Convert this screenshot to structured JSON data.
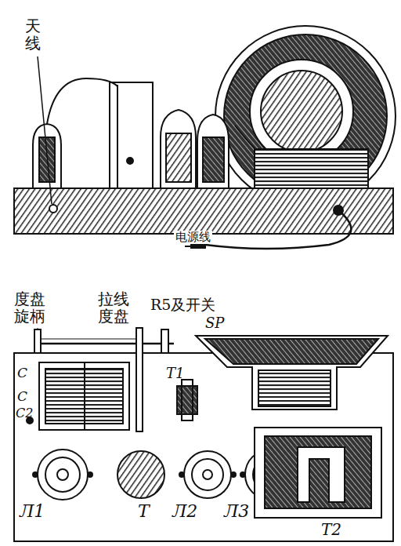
{
  "diagram": {
    "labels": [
      "天线",
      "电源线",
      "度盘 旋柄",
      "拉线 度盘",
      "R5及开关",
      "SP",
      "C",
      "C",
      "C2",
      "T1",
      "Л1",
      "T",
      "Л2",
      "Л3",
      "T2"
    ]
  }
}
